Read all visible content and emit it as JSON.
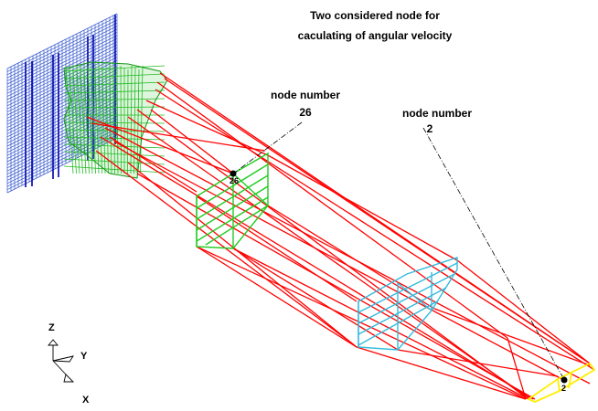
{
  "annotations": {
    "title_line_1": "Two considered node for",
    "title_line_2": "caculating of angular velocity",
    "node_26_label_1": "node number",
    "node_26_label_2": "26",
    "node_2_label_1": "node number",
    "node_2_label_2": "2",
    "node_26_marker_text": "26",
    "node_2_marker_text": "2"
  },
  "axis_triad": {
    "z": "Z",
    "y": "Y",
    "x": "X"
  },
  "colors": {
    "background": "#ffffff",
    "cable_lines": "#ff0000",
    "crane_body": "#22bb22",
    "wall_grid_blue": "#0000aa",
    "wall_grid_fine": "#3355cc",
    "mid_section": "#22cc22",
    "lower_section": "#33bbdd",
    "tip_section": "#ffee00",
    "text": "#000000"
  }
}
